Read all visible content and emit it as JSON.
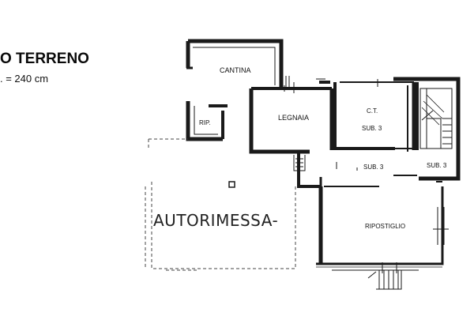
{
  "plan": {
    "title": "O TERRENO",
    "height_note": ". = 240 cm",
    "rooms": {
      "cantina": "CANTINA",
      "rip": "RIP.",
      "legnaia": "LEGNAIA",
      "ct": "C.T.",
      "ct_sub": "SUB. 3",
      "corridor_sub": "SUB. 3",
      "stair_sub": "SUB. 3",
      "autorimessa": "AUTORIMESSA-",
      "ripostiglio": "RIPOSTIGLIO"
    }
  }
}
